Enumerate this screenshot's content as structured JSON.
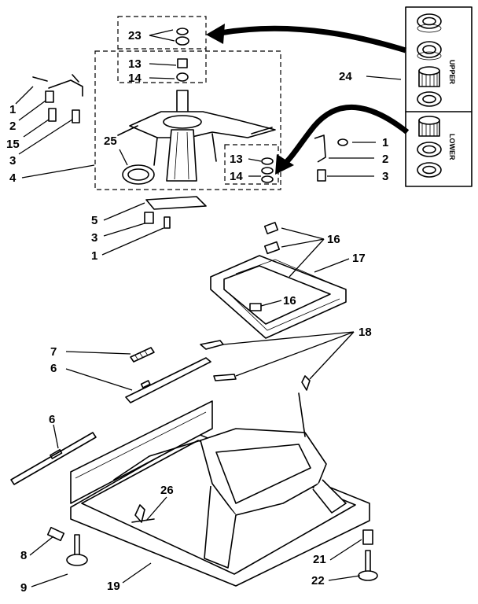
{
  "callouts": [
    {
      "key": "c23",
      "text": "23"
    },
    {
      "key": "c13a",
      "text": "13"
    },
    {
      "key": "c14a",
      "text": "14"
    },
    {
      "key": "c1a",
      "text": "1"
    },
    {
      "key": "c2a",
      "text": "2"
    },
    {
      "key": "c15",
      "text": "15"
    },
    {
      "key": "c3a",
      "text": "3"
    },
    {
      "key": "c25",
      "text": "25"
    },
    {
      "key": "c4",
      "text": "4"
    },
    {
      "key": "c24",
      "text": "24"
    },
    {
      "key": "c1b",
      "text": "1"
    },
    {
      "key": "c2b",
      "text": "2"
    },
    {
      "key": "c3b",
      "text": "3"
    },
    {
      "key": "c13b",
      "text": "13"
    },
    {
      "key": "c14b",
      "text": "14"
    },
    {
      "key": "c5",
      "text": "5"
    },
    {
      "key": "c3c",
      "text": "3"
    },
    {
      "key": "c1c",
      "text": "1"
    },
    {
      "key": "c16a",
      "text": "16"
    },
    {
      "key": "c17",
      "text": "17"
    },
    {
      "key": "c16b",
      "text": "16"
    },
    {
      "key": "c18",
      "text": "18"
    },
    {
      "key": "c7",
      "text": "7"
    },
    {
      "key": "c6a",
      "text": "6"
    },
    {
      "key": "c6b",
      "text": "6"
    },
    {
      "key": "c26",
      "text": "26"
    },
    {
      "key": "c8",
      "text": "8"
    },
    {
      "key": "c9",
      "text": "9"
    },
    {
      "key": "c19",
      "text": "19"
    },
    {
      "key": "c21",
      "text": "21"
    },
    {
      "key": "c22",
      "text": "22"
    }
  ],
  "bearing_box": {
    "upper_label": "UPPER",
    "lower_label": "LOWER"
  }
}
